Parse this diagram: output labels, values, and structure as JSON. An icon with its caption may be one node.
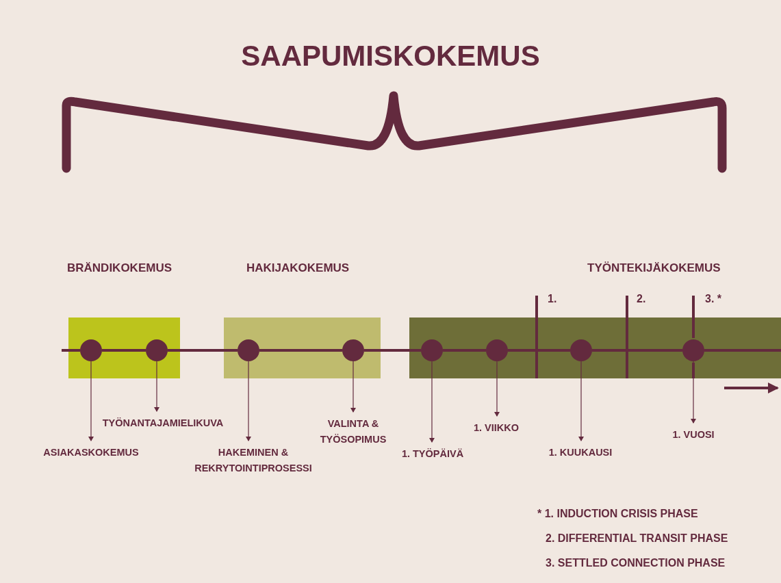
{
  "diagram": {
    "title": "SAAPUMISKOKEMUS",
    "nodes": [
      {
        "text": [
          "BRÄNDIKOKEMUS"
        ]
      },
      {
        "text": [
          "HAKIJAKOKEMUS"
        ]
      },
      {
        "text": [
          "TYÖNTEKIJÄKOKEMUS"
        ]
      },
      {
        "text": [],
        "shape": "circle",
        "in": 0
      },
      {
        "text": [],
        "shape": "circle",
        "in": 0
      },
      {
        "text": [],
        "shape": "circle",
        "in": 1
      },
      {
        "text": [],
        "shape": "circle",
        "in": 1
      },
      {
        "text": [],
        "shape": "circle",
        "in": 2
      },
      {
        "text": [],
        "shape": "circle",
        "in": 2
      },
      {
        "text": [],
        "shape": "circle",
        "in": 2
      },
      {
        "text": [],
        "shape": "circle",
        "in": 2
      },
      {
        "text": [
          "ASIAKASKOKEMUS"
        ]
      },
      {
        "text": [
          "TYÖNANTAJAMIELIKUVA"
        ]
      },
      {
        "text": [
          "HAKEMINEN & REKRYTOINTIPROSESSI"
        ]
      },
      {
        "text": [
          "VALINTA & TYÖSOPIMUS"
        ]
      },
      {
        "text": [
          "1. TYÖPÄIVÄ"
        ]
      },
      {
        "text": [
          "1. VIIKKO"
        ]
      },
      {
        "text": [
          "1. KUUKAUSI"
        ]
      },
      {
        "text": [
          "1. VUOSI"
        ]
      }
    ],
    "edges": [
      {
        "from": 3,
        "to": 4,
        "arrow": "none",
        "style": "thick"
      },
      {
        "from": 4,
        "to": 5,
        "arrow": "none",
        "style": "thick"
      },
      {
        "from": 5,
        "to": 6,
        "arrow": "none",
        "style": "thick"
      },
      {
        "from": 6,
        "to": 7,
        "arrow": "none",
        "style": "thick"
      },
      {
        "from": 7,
        "to": 8,
        "arrow": "none",
        "style": "thick"
      },
      {
        "from": 8,
        "to": 9,
        "arrow": "none",
        "style": "thick"
      },
      {
        "from": 9,
        "to": 10,
        "arrow": "none",
        "style": "thick"
      },
      {
        "from": 3,
        "to": 11,
        "arrow": "to"
      },
      {
        "from": 4,
        "to": 12,
        "arrow": "to"
      },
      {
        "from": 5,
        "to": 13,
        "arrow": "to"
      },
      {
        "from": 6,
        "to": 14,
        "arrow": "to"
      },
      {
        "from": 7,
        "to": 15,
        "arrow": "to"
      },
      {
        "from": 8,
        "to": 16,
        "arrow": "to"
      },
      {
        "from": 9,
        "to": 17,
        "arrow": "to"
      },
      {
        "from": 10,
        "to": 18,
        "arrow": "to"
      }
    ],
    "labels": [
      "1.",
      "2.",
      "3. *",
      "* 1. INDUCTION CRISIS PHASE",
      "2. DIFFERENTIAL TRANSIT PHASE",
      "3. SETTLED CONNECTION PHASE"
    ]
  }
}
